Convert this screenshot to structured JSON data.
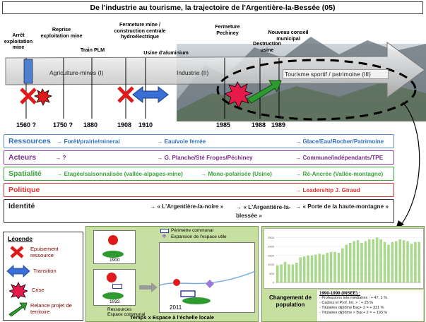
{
  "title": "De l'industrie au tourisme, la trajectoire de l'Argentière-la-Bessée (05)",
  "events": [
    {
      "label": "Arrêt exploitation mine"
    },
    {
      "label": "Reprise exploitation mine"
    },
    {
      "label": "Train PLM"
    },
    {
      "label": "Fermeture mine / construction centrale hydroélectrique"
    },
    {
      "label": "Usine d'aluminium"
    },
    {
      "label": "Fermeture Pechiney"
    },
    {
      "label": "Destruction usine"
    },
    {
      "label": "Nouveau conseil municipal"
    }
  ],
  "dates": [
    "1560 ?",
    "1750 ?",
    "1880",
    "1908",
    "1910",
    "1985",
    "1988",
    "1989"
  ],
  "phases": [
    "Agriculture-mines (I)",
    "Industrie (II)",
    "Tourisme sportif / patrimoine (III)"
  ],
  "rows": {
    "ressources": {
      "label": "Ressources",
      "items": [
        "→ Forêt/prairie/minerai",
        "→ Eau/voie ferrée",
        "→ Glace/Eau/Rocher/Patrimoine"
      ],
      "color": "#2e6fc0"
    },
    "acteurs": {
      "label": "Acteurs",
      "items": [
        "→ ?",
        "→ G. Planche/Sté Froges/Péchiney",
        "→ Commune/indépendants/TPE"
      ],
      "color": "#7a2a8a"
    },
    "spatialite": {
      "label": "Spatialité",
      "items": [
        "→ Etagée/saisonnalisée (vallée-alpages-mine)",
        "→ Mono-polarisée (Usine)",
        "→ Ré-Ancrée (Vallée-montagne)"
      ],
      "color": "#3aa43a"
    },
    "politique": {
      "label": "Politique",
      "items": [
        "→ Leadership  J. Giraud"
      ],
      "color": "#e03030"
    },
    "identite": {
      "label": "Identité",
      "items": [
        "→ « L'Argentière-la-noire »",
        "→ « L'Argentière-la-blessée »",
        "→ « Porte de la haute-montagne »"
      ],
      "color": "#222222"
    }
  },
  "legend": {
    "title": "Légende",
    "items": [
      {
        "icon": "cross-icon",
        "label": "Epuisement ressource"
      },
      {
        "icon": "double-arrow-icon",
        "label": "Transition"
      },
      {
        "icon": "burst-icon",
        "label": "Crise"
      },
      {
        "icon": "green-arrow-icon",
        "label": "Relance projet de territoire"
      }
    ]
  },
  "center_panel": {
    "caption": "Temps x Espace à l'échelle locale",
    "legend_items": [
      "Périmètre communal",
      "Expansion de l'espace utile"
    ],
    "small_legend": [
      "Ressources",
      "Espace communal"
    ],
    "years": [
      "1900",
      "1932",
      "2011"
    ]
  },
  "right_panel": {
    "label": "Changement de population",
    "period": "1990-1999 (INSEE) :",
    "stats": [
      "- Professions intermédiaires : + 47, 1 %",
      "- Cadres et Prof. Int. > : + 25 %",
      "- Titulaires diplôme Bac+ 2 = + 331 %",
      "- Titulaires diplôme > Bac+ 2 = + 193 %"
    ]
  },
  "chart_data": {
    "type": "bar",
    "values": [
      950,
      1000,
      1150,
      1000,
      1000,
      1100,
      1400,
      1450,
      1500,
      1500,
      1550,
      1600,
      1550,
      1650,
      1700,
      1700,
      1650,
      1900,
      2100,
      2200,
      2300,
      2350,
      2200,
      2300,
      2400,
      2400,
      2500,
      2400,
      2250,
      2100,
      2250,
      2300,
      2400,
      2350,
      2300,
      2150,
      2250,
      2250
    ],
    "ylim": [
      0,
      2750
    ],
    "yticks": [
      "0",
      "500",
      "1000",
      "1500",
      "2000",
      "2500"
    ],
    "color": "#a8d88a"
  }
}
